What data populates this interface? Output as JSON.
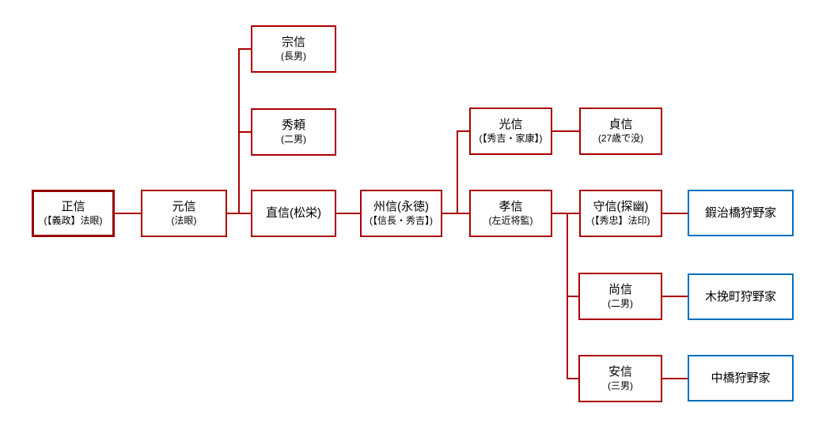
{
  "diagram_type": "family-tree",
  "colors": {
    "line": "#aa0000",
    "box_border": "#aa0000",
    "root_box_border": "#990000",
    "branch_house_border": "#0070c0",
    "text": "#000000",
    "background": "#ffffff"
  },
  "nodes": {
    "masanobu": {
      "name": "正信",
      "note": "(【義政】法眼)"
    },
    "motonobu": {
      "name": "元信",
      "note": "(法眼)"
    },
    "munenobu": {
      "name": "宗信",
      "note": "(長男)"
    },
    "hideyori": {
      "name": "秀頼",
      "note": "(二男)"
    },
    "naonobu_shoei": {
      "name": "直信(松栄)"
    },
    "kuninobu": {
      "name": "州信(永徳)",
      "note": "(【信長・秀吉】)"
    },
    "mitsunobu": {
      "name": "光信",
      "note": "(【秀吉・家康】)"
    },
    "sadanobu": {
      "name": "貞信",
      "note": "(27歳で没)"
    },
    "takanobu": {
      "name": "孝信",
      "note": "(左近将監)"
    },
    "morinobu": {
      "name": "守信(探幽)",
      "note": "(【秀忠】法印)"
    },
    "naonobu": {
      "name": "尚信",
      "note": "(二男)"
    },
    "yasunobu": {
      "name": "安信",
      "note": "(三男)"
    },
    "kajibashi": {
      "name": "鍜治橋狩野家"
    },
    "kobikicho": {
      "name": "木挽町狩野家"
    },
    "nakabashi": {
      "name": "中橋狩野家"
    }
  },
  "edges": [
    [
      "masanobu",
      "motonobu"
    ],
    [
      "motonobu",
      "munenobu"
    ],
    [
      "motonobu",
      "hideyori"
    ],
    [
      "motonobu",
      "naonobu_shoei"
    ],
    [
      "naonobu_shoei",
      "kuninobu"
    ],
    [
      "kuninobu",
      "mitsunobu"
    ],
    [
      "kuninobu",
      "takanobu"
    ],
    [
      "mitsunobu",
      "sadanobu"
    ],
    [
      "takanobu",
      "morinobu"
    ],
    [
      "takanobu",
      "naonobu"
    ],
    [
      "takanobu",
      "yasunobu"
    ],
    [
      "morinobu",
      "kajibashi"
    ],
    [
      "naonobu",
      "kobikicho"
    ],
    [
      "yasunobu",
      "nakabashi"
    ]
  ]
}
